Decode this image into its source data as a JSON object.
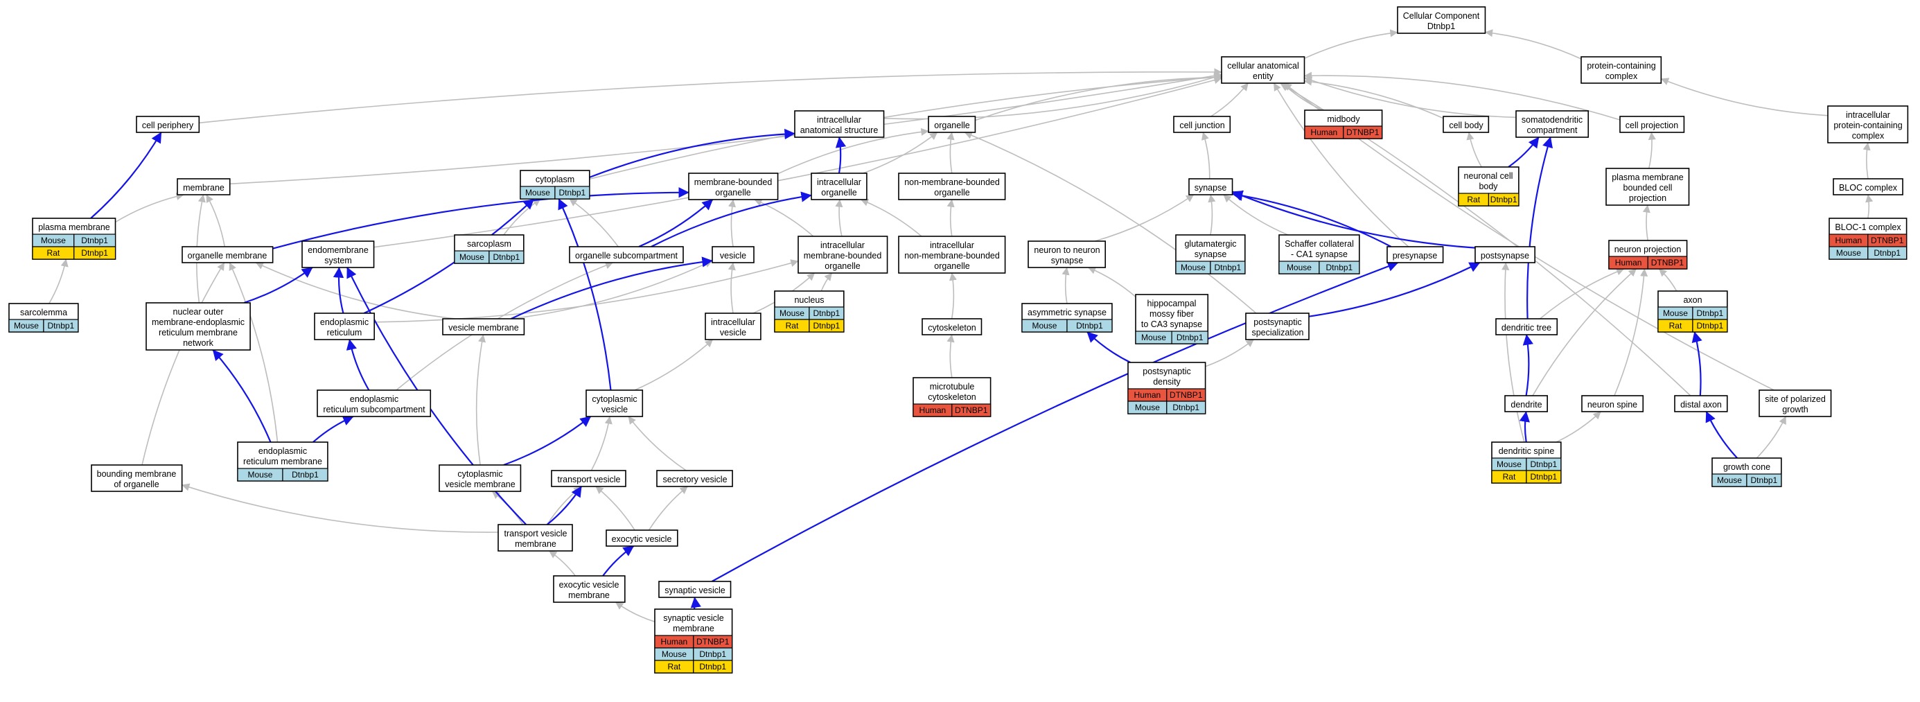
{
  "colors": {
    "background": "#ffffff",
    "gray_edge": "#bdbdbd",
    "blue_edge": "#1414e6",
    "border": "#000000"
  },
  "species_colors": {
    "Human": "#e8543e",
    "Mouse": "#acd8e6",
    "Rat": "#ffd700"
  },
  "nodes": [
    {
      "id": "root",
      "lines": [
        "Cellular Component",
        "Dtnbp1"
      ]
    },
    {
      "id": "cae",
      "lines": [
        "cellular anatomical",
        "entity"
      ]
    },
    {
      "id": "pcc",
      "lines": [
        "protein-containing",
        "complex"
      ]
    },
    {
      "id": "cellperiph",
      "lines": [
        "cell periphery"
      ]
    },
    {
      "id": "ias",
      "lines": [
        "intracellular",
        "anatomical structure"
      ]
    },
    {
      "id": "organelle",
      "lines": [
        "organelle"
      ]
    },
    {
      "id": "celljunction",
      "lines": [
        "cell junction"
      ]
    },
    {
      "id": "midbody",
      "lines": [
        "midbody"
      ],
      "badges": [
        {
          "species": "Human",
          "gene": "DTNBP1"
        }
      ]
    },
    {
      "id": "cellbody",
      "lines": [
        "cell body"
      ]
    },
    {
      "id": "somato",
      "lines": [
        "somatodendritic",
        "compartment"
      ]
    },
    {
      "id": "cellproj",
      "lines": [
        "cell projection"
      ]
    },
    {
      "id": "ipcc",
      "lines": [
        "intracellular",
        "protein-containing",
        "complex"
      ]
    },
    {
      "id": "membrane",
      "lines": [
        "membrane"
      ]
    },
    {
      "id": "cytoplasm",
      "lines": [
        "cytoplasm"
      ],
      "badges": [
        {
          "species": "Mouse",
          "gene": "Dtnbp1"
        }
      ]
    },
    {
      "id": "mbo",
      "lines": [
        "membrane-bounded",
        "organelle"
      ]
    },
    {
      "id": "intraorg",
      "lines": [
        "intracellular",
        "organelle"
      ]
    },
    {
      "id": "nmbo",
      "lines": [
        "non-membrane-bounded",
        "organelle"
      ]
    },
    {
      "id": "synapse",
      "lines": [
        "synapse"
      ]
    },
    {
      "id": "ncb",
      "lines": [
        "neuronal cell",
        "body"
      ],
      "badges": [
        {
          "species": "Rat",
          "gene": "Dtnbp1"
        }
      ]
    },
    {
      "id": "pmbcp",
      "lines": [
        "plasma membrane",
        "bounded cell",
        "projection"
      ]
    },
    {
      "id": "bloc",
      "lines": [
        "BLOC complex"
      ]
    },
    {
      "id": "pm",
      "lines": [
        "plasma membrane"
      ],
      "badges": [
        {
          "species": "Mouse",
          "gene": "Dtnbp1"
        },
        {
          "species": "Rat",
          "gene": "Dtnbp1"
        }
      ]
    },
    {
      "id": "orgmem",
      "lines": [
        "organelle membrane"
      ]
    },
    {
      "id": "endomem",
      "lines": [
        "endomembrane",
        "system"
      ]
    },
    {
      "id": "sarcoplasm",
      "lines": [
        "sarcoplasm"
      ],
      "badges": [
        {
          "species": "Mouse",
          "gene": "Dtnbp1"
        }
      ]
    },
    {
      "id": "orgsub",
      "lines": [
        "organelle subcompartment"
      ]
    },
    {
      "id": "vesicle",
      "lines": [
        "vesicle"
      ]
    },
    {
      "id": "imbo",
      "lines": [
        "intracellular",
        "membrane-bounded",
        "organelle"
      ]
    },
    {
      "id": "inmbo",
      "lines": [
        "intracellular",
        "non-membrane-bounded",
        "organelle"
      ]
    },
    {
      "id": "glut",
      "lines": [
        "glutamatergic",
        "synapse"
      ],
      "badges": [
        {
          "species": "Mouse",
          "gene": "Dtnbp1"
        }
      ]
    },
    {
      "id": "schaffer",
      "lines": [
        "Schaffer collateral",
        "- CA1 synapse"
      ],
      "badges": [
        {
          "species": "Mouse",
          "gene": "Dtnbp1"
        }
      ]
    },
    {
      "id": "n2n",
      "lines": [
        "neuron to neuron",
        "synapse"
      ]
    },
    {
      "id": "presyn",
      "lines": [
        "presynapse"
      ]
    },
    {
      "id": "postsyn",
      "lines": [
        "postsynapse"
      ]
    },
    {
      "id": "neuronproj",
      "lines": [
        "neuron projection"
      ],
      "badges": [
        {
          "species": "Human",
          "gene": "DTNBP1"
        }
      ]
    },
    {
      "id": "bloc1",
      "lines": [
        "BLOC-1 complex"
      ],
      "badges": [
        {
          "species": "Human",
          "gene": "DTNBP1"
        },
        {
          "species": "Mouse",
          "gene": "Dtnbp1"
        }
      ]
    },
    {
      "id": "sarcolemma",
      "lines": [
        "sarcolemma"
      ],
      "badges": [
        {
          "species": "Mouse",
          "gene": "Dtnbp1"
        }
      ]
    },
    {
      "id": "nomer",
      "lines": [
        "nuclear outer",
        "membrane-endoplasmic",
        "reticulum membrane",
        "network"
      ]
    },
    {
      "id": "er",
      "lines": [
        "endoplasmic",
        "reticulum"
      ]
    },
    {
      "id": "vesmem",
      "lines": [
        "vesicle membrane"
      ]
    },
    {
      "id": "intraves",
      "lines": [
        "intracellular",
        "vesicle"
      ]
    },
    {
      "id": "nucleus",
      "lines": [
        "nucleus"
      ],
      "badges": [
        {
          "species": "Mouse",
          "gene": "Dtnbp1"
        },
        {
          "species": "Rat",
          "gene": "Dtnbp1"
        }
      ]
    },
    {
      "id": "cytoskel",
      "lines": [
        "cytoskeleton"
      ]
    },
    {
      "id": "asym",
      "lines": [
        "asymmetric synapse"
      ],
      "badges": [
        {
          "species": "Mouse",
          "gene": "Dtnbp1"
        }
      ]
    },
    {
      "id": "hippo",
      "lines": [
        "hippocampal",
        "mossy fiber",
        "to CA3 synapse"
      ],
      "badges": [
        {
          "species": "Mouse",
          "gene": "Dtnbp1"
        }
      ]
    },
    {
      "id": "postspec",
      "lines": [
        "postsynaptic",
        "specialization"
      ]
    },
    {
      "id": "dendtree",
      "lines": [
        "dendritic tree"
      ]
    },
    {
      "id": "axon",
      "lines": [
        "axon"
      ],
      "badges": [
        {
          "species": "Mouse",
          "gene": "Dtnbp1"
        },
        {
          "species": "Rat",
          "gene": "Dtnbp1"
        }
      ]
    },
    {
      "id": "ersub",
      "lines": [
        "endoplasmic",
        "reticulum subcompartment"
      ]
    },
    {
      "id": "cytoves",
      "lines": [
        "cytoplasmic",
        "vesicle"
      ]
    },
    {
      "id": "mtcyto",
      "lines": [
        "microtubule",
        "cytoskeleton"
      ],
      "badges": [
        {
          "species": "Human",
          "gene": "DTNBP1"
        }
      ]
    },
    {
      "id": "psd",
      "lines": [
        "postsynaptic",
        "density"
      ],
      "badges": [
        {
          "species": "Human",
          "gene": "DTNBP1"
        },
        {
          "species": "Mouse",
          "gene": "Dtnbp1"
        }
      ]
    },
    {
      "id": "dendrite",
      "lines": [
        "dendrite"
      ]
    },
    {
      "id": "nspine",
      "lines": [
        "neuron spine"
      ]
    },
    {
      "id": "distaxon",
      "lines": [
        "distal axon"
      ]
    },
    {
      "id": "spg",
      "lines": [
        "site of polarized",
        "growth"
      ]
    },
    {
      "id": "bmo",
      "lines": [
        "bounding membrane",
        "of organelle"
      ]
    },
    {
      "id": "ermem",
      "lines": [
        "endoplasmic",
        "reticulum membrane"
      ],
      "badges": [
        {
          "species": "Mouse",
          "gene": "Dtnbp1"
        }
      ]
    },
    {
      "id": "cvm",
      "lines": [
        "cytoplasmic",
        "vesicle membrane"
      ]
    },
    {
      "id": "tv",
      "lines": [
        "transport vesicle"
      ]
    },
    {
      "id": "secves",
      "lines": [
        "secretory vesicle"
      ]
    },
    {
      "id": "dspine",
      "lines": [
        "dendritic spine"
      ],
      "badges": [
        {
          "species": "Mouse",
          "gene": "Dtnbp1"
        },
        {
          "species": "Rat",
          "gene": "Dtnbp1"
        }
      ]
    },
    {
      "id": "gcone",
      "lines": [
        "growth cone"
      ],
      "badges": [
        {
          "species": "Mouse",
          "gene": "Dtnbp1"
        }
      ]
    },
    {
      "id": "tvm",
      "lines": [
        "transport vesicle",
        "membrane"
      ]
    },
    {
      "id": "exoves",
      "lines": [
        "exocytic vesicle"
      ]
    },
    {
      "id": "evm",
      "lines": [
        "exocytic vesicle",
        "membrane"
      ]
    },
    {
      "id": "synves",
      "lines": [
        "synaptic vesicle"
      ]
    },
    {
      "id": "svm",
      "lines": [
        "synaptic vesicle",
        "membrane"
      ],
      "badges": [
        {
          "species": "Human",
          "gene": "DTNBP1"
        },
        {
          "species": "Mouse",
          "gene": "Dtnbp1"
        },
        {
          "species": "Rat",
          "gene": "Dtnbp1"
        }
      ]
    }
  ],
  "edges": [
    {
      "from": "cae",
      "to": "root",
      "kind": "gray"
    },
    {
      "from": "pcc",
      "to": "root",
      "kind": "gray"
    },
    {
      "from": "cellperiph",
      "to": "cae",
      "kind": "gray"
    },
    {
      "from": "ias",
      "to": "cae",
      "kind": "gray"
    },
    {
      "from": "organelle",
      "to": "cae",
      "kind": "gray"
    },
    {
      "from": "celljunction",
      "to": "cae",
      "kind": "gray"
    },
    {
      "from": "midbody",
      "to": "cae",
      "kind": "gray"
    },
    {
      "from": "cellbody",
      "to": "cae",
      "kind": "gray"
    },
    {
      "from": "somato",
      "to": "cae",
      "kind": "gray"
    },
    {
      "from": "cellproj",
      "to": "cae",
      "kind": "gray"
    },
    {
      "from": "ipcc",
      "to": "pcc",
      "kind": "gray"
    },
    {
      "from": "membrane",
      "to": "cae",
      "kind": "gray"
    },
    {
      "from": "cytoplasm",
      "to": "cae",
      "kind": "gray"
    },
    {
      "from": "endomem",
      "to": "cae",
      "kind": "gray"
    },
    {
      "from": "presyn",
      "to": "cae",
      "kind": "gray"
    },
    {
      "from": "distaxon",
      "to": "cae",
      "kind": "gray"
    },
    {
      "from": "spg",
      "to": "cae",
      "kind": "gray"
    },
    {
      "from": "postspec",
      "to": "organelle",
      "kind": "gray"
    },
    {
      "from": "mbo",
      "to": "organelle",
      "kind": "gray"
    },
    {
      "from": "intraorg",
      "to": "organelle",
      "kind": "gray"
    },
    {
      "from": "nmbo",
      "to": "organelle",
      "kind": "gray"
    },
    {
      "from": "synapse",
      "to": "celljunction",
      "kind": "gray"
    },
    {
      "from": "ncb",
      "to": "cellbody",
      "kind": "gray"
    },
    {
      "from": "pmbcp",
      "to": "cellproj",
      "kind": "gray"
    },
    {
      "from": "bloc",
      "to": "ipcc",
      "kind": "gray"
    },
    {
      "from": "bloc1",
      "to": "bloc",
      "kind": "gray"
    },
    {
      "from": "pm",
      "to": "membrane",
      "kind": "gray"
    },
    {
      "from": "orgmem",
      "to": "membrane",
      "kind": "gray"
    },
    {
      "from": "sarcoplasm",
      "to": "cytoplasm",
      "kind": "gray"
    },
    {
      "from": "orgsub",
      "to": "cytoplasm",
      "kind": "gray"
    },
    {
      "from": "vesicle",
      "to": "mbo",
      "kind": "gray"
    },
    {
      "from": "imbo",
      "to": "mbo",
      "kind": "gray"
    },
    {
      "from": "imbo",
      "to": "intraorg",
      "kind": "gray"
    },
    {
      "from": "inmbo",
      "to": "intraorg",
      "kind": "gray"
    },
    {
      "from": "inmbo",
      "to": "nmbo",
      "kind": "gray"
    },
    {
      "from": "glut",
      "to": "synapse",
      "kind": "gray"
    },
    {
      "from": "schaffer",
      "to": "synapse",
      "kind": "gray"
    },
    {
      "from": "n2n",
      "to": "synapse",
      "kind": "gray"
    },
    {
      "from": "neuronproj",
      "to": "pmbcp",
      "kind": "gray"
    },
    {
      "from": "sarcolemma",
      "to": "pm",
      "kind": "gray"
    },
    {
      "from": "nomer",
      "to": "membrane",
      "kind": "gray"
    },
    {
      "from": "er",
      "to": "imbo",
      "kind": "gray"
    },
    {
      "from": "vesmem",
      "to": "orgmem",
      "kind": "gray"
    },
    {
      "from": "vesmem",
      "to": "vesicle",
      "kind": "gray"
    },
    {
      "from": "intraves",
      "to": "vesicle",
      "kind": "gray"
    },
    {
      "from": "intraves",
      "to": "imbo",
      "kind": "gray"
    },
    {
      "from": "nucleus",
      "to": "imbo",
      "kind": "gray"
    },
    {
      "from": "cytoskel",
      "to": "inmbo",
      "kind": "gray"
    },
    {
      "from": "asym",
      "to": "n2n",
      "kind": "gray"
    },
    {
      "from": "hippo",
      "to": "n2n",
      "kind": "gray"
    },
    {
      "from": "dendtree",
      "to": "neuronproj",
      "kind": "gray"
    },
    {
      "from": "axon",
      "to": "neuronproj",
      "kind": "gray"
    },
    {
      "from": "ersub",
      "to": "orgsub",
      "kind": "gray"
    },
    {
      "from": "cytoves",
      "to": "intraves",
      "kind": "gray"
    },
    {
      "from": "mtcyto",
      "to": "cytoskel",
      "kind": "gray"
    },
    {
      "from": "psd",
      "to": "postspec",
      "kind": "gray"
    },
    {
      "from": "dendrite",
      "to": "neuronproj",
      "kind": "gray"
    },
    {
      "from": "nspine",
      "to": "neuronproj",
      "kind": "gray"
    },
    {
      "from": "bmo",
      "to": "orgmem",
      "kind": "gray"
    },
    {
      "from": "ermem",
      "to": "orgmem",
      "kind": "gray"
    },
    {
      "from": "cvm",
      "to": "vesmem",
      "kind": "gray"
    },
    {
      "from": "tv",
      "to": "cytoves",
      "kind": "gray"
    },
    {
      "from": "secves",
      "to": "cytoves",
      "kind": "gray"
    },
    {
      "from": "dspine",
      "to": "nspine",
      "kind": "gray"
    },
    {
      "from": "dspine",
      "to": "postsyn",
      "kind": "gray"
    },
    {
      "from": "gcone",
      "to": "spg",
      "kind": "gray"
    },
    {
      "from": "tvm",
      "to": "bmo",
      "kind": "gray"
    },
    {
      "from": "tvm",
      "to": "cvm",
      "kind": "gray"
    },
    {
      "from": "tvm",
      "to": "tv",
      "kind": "gray"
    },
    {
      "from": "exoves",
      "to": "tv",
      "kind": "gray"
    },
    {
      "from": "exoves",
      "to": "secves",
      "kind": "gray"
    },
    {
      "from": "evm",
      "to": "tvm",
      "kind": "gray"
    },
    {
      "from": "svm",
      "to": "evm",
      "kind": "gray"
    },
    {
      "from": "pm",
      "to": "cellperiph",
      "kind": "blue"
    },
    {
      "from": "cytoplasm",
      "to": "ias",
      "kind": "blue"
    },
    {
      "from": "intraorg",
      "to": "ias",
      "kind": "blue"
    },
    {
      "from": "orgmem",
      "to": "mbo",
      "kind": "blue"
    },
    {
      "from": "orgsub",
      "to": "mbo",
      "kind": "blue"
    },
    {
      "from": "orgsub",
      "to": "intraorg",
      "kind": "blue"
    },
    {
      "from": "nomer",
      "to": "endomem",
      "kind": "blue"
    },
    {
      "from": "er",
      "to": "endomem",
      "kind": "blue"
    },
    {
      "from": "er",
      "to": "cytoplasm",
      "kind": "blue"
    },
    {
      "from": "vesmem",
      "to": "vesicle",
      "kind": "blue"
    },
    {
      "from": "cytoves",
      "to": "cytoplasm",
      "kind": "blue"
    },
    {
      "from": "ersub",
      "to": "er",
      "kind": "blue"
    },
    {
      "from": "ermem",
      "to": "nomer",
      "kind": "blue"
    },
    {
      "from": "ermem",
      "to": "ersub",
      "kind": "blue"
    },
    {
      "from": "cvm",
      "to": "cytoves",
      "kind": "blue"
    },
    {
      "from": "tvm",
      "to": "endomem",
      "kind": "blue"
    },
    {
      "from": "tvm",
      "to": "tv",
      "kind": "blue"
    },
    {
      "from": "evm",
      "to": "exoves",
      "kind": "blue"
    },
    {
      "from": "svm",
      "to": "synves",
      "kind": "blue"
    },
    {
      "from": "synves",
      "to": "presyn",
      "kind": "blue"
    },
    {
      "from": "presyn",
      "to": "synapse",
      "kind": "blue"
    },
    {
      "from": "postsyn",
      "to": "synapse",
      "kind": "blue"
    },
    {
      "from": "postspec",
      "to": "postsyn",
      "kind": "blue"
    },
    {
      "from": "psd",
      "to": "asym",
      "kind": "blue"
    },
    {
      "from": "ncb",
      "to": "somato",
      "kind": "blue"
    },
    {
      "from": "dendtree",
      "to": "somato",
      "kind": "blue"
    },
    {
      "from": "dendrite",
      "to": "dendtree",
      "kind": "blue"
    },
    {
      "from": "dspine",
      "to": "dendrite",
      "kind": "blue"
    },
    {
      "from": "distaxon",
      "to": "axon",
      "kind": "blue"
    },
    {
      "from": "gcone",
      "to": "distaxon",
      "kind": "blue"
    }
  ]
}
